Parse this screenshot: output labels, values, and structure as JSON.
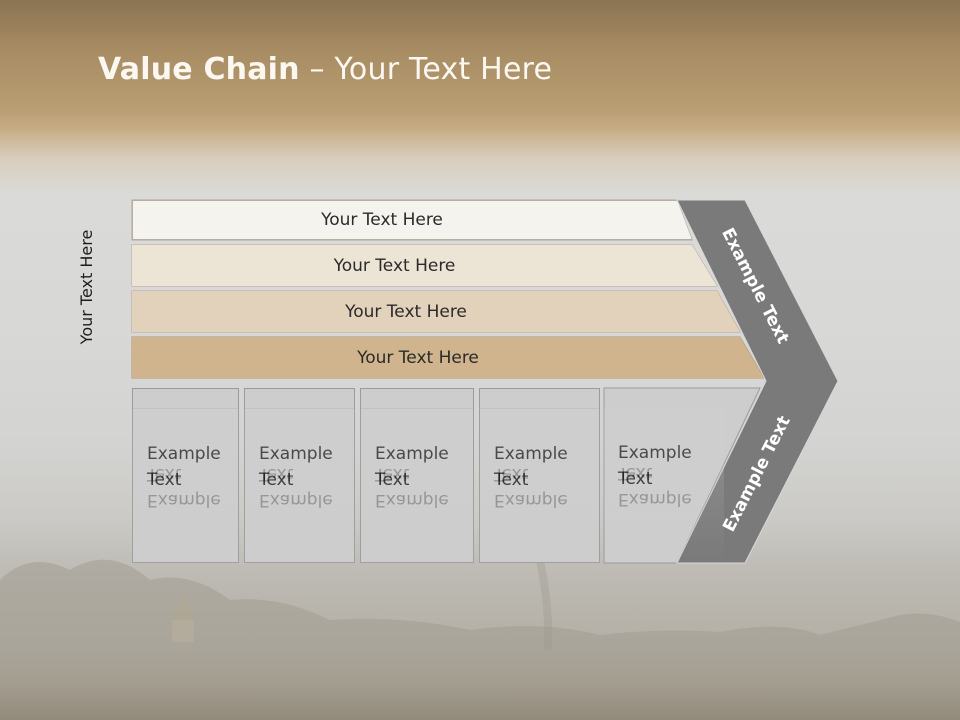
{
  "slide": {
    "title_bold": "Value Chain",
    "title_rest": " – Your Text Here",
    "side_label": "Your Text Here"
  },
  "bands": [
    "Your Text Here",
    "Your Text Here",
    "Your Text Here",
    "Your Text Here"
  ],
  "boxes": [
    "Example Text",
    "Example Text",
    "Example Text",
    "Example Text",
    "Example Text"
  ],
  "chevron": {
    "upper_text": "Example Text",
    "lower_text": "Example Text"
  },
  "colors": {
    "band_1": "#f5f3ee",
    "band_2": "#ece4d5",
    "band_3": "#e2d2bc",
    "band_4": "#cfb48d",
    "box_fill": "#cdcdcd",
    "chevron_fill": "#7a7a7a",
    "title_text": "#fbf8f2"
  }
}
